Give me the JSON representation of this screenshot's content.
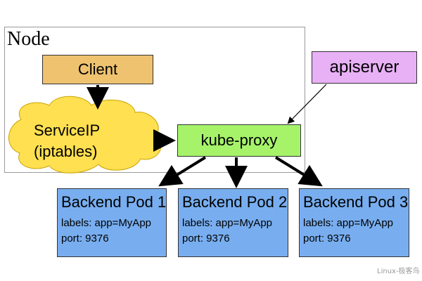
{
  "node": {
    "label": "Node"
  },
  "client": {
    "label": "Client"
  },
  "service_ip": {
    "line1": "ServiceIP",
    "line2": "(iptables)"
  },
  "kube_proxy": {
    "label": "kube-proxy"
  },
  "apiserver": {
    "label": "apiserver"
  },
  "pods": [
    {
      "title": "Backend Pod 1",
      "labels": "labels: app=MyApp",
      "port": "port: 9376"
    },
    {
      "title": "Backend Pod 2",
      "labels": "labels: app=MyApp",
      "port": "port: 9376"
    },
    {
      "title": "Backend Pod 3",
      "labels": "labels: app=MyApp",
      "port": "port: 9376"
    }
  ],
  "watermark": "Linux-极客鸟",
  "colors": {
    "client": "#eec26f",
    "cloud": "#ffe050",
    "kube_proxy": "#a6f36a",
    "apiserver": "#e8b0f5",
    "pod": "#78aef0"
  }
}
